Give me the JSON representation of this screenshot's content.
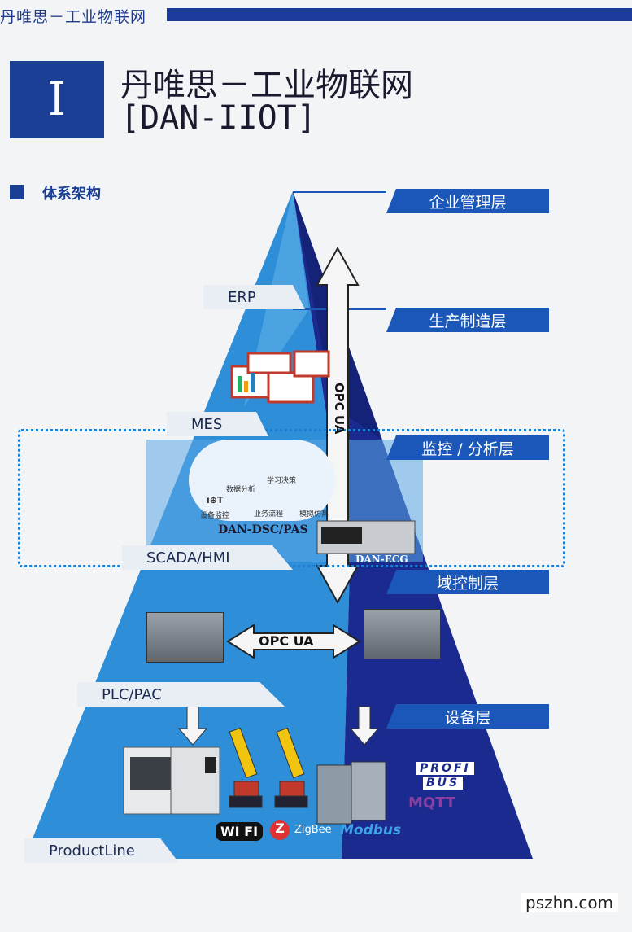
{
  "header": {
    "running_title": "丹唯思－工业物联网"
  },
  "chapter": {
    "number": "I",
    "title": "丹唯思－工业物联网",
    "subtitle": "[DAN-IIOT]"
  },
  "section": {
    "title": "体系架构"
  },
  "layers": [
    "企业管理层",
    "生产制造层",
    "监控 / 分析层",
    "域控制层",
    "设备层"
  ],
  "tiers": [
    "ERP",
    "MES",
    "SCADA/HMI",
    "PLC/PAC",
    "ProductLine"
  ],
  "protocol_arrow": "OPC UA",
  "cloud": {
    "items": [
      "数据分析",
      "学习决策",
      "设备监控",
      "业务流程",
      "模拟仿真"
    ],
    "iot": "i⊕T"
  },
  "products": {
    "dsc": "DAN-DSC/PAS",
    "ecg": "DAN-ECG"
  },
  "protocols": {
    "wifi": "WI FI",
    "zigbee": "ZigBee",
    "modbus": "Modbus",
    "profibus_1": "PROFI",
    "profibus_2": "BUS",
    "mqtt": "MQTT"
  },
  "watermark": "pszhn.com",
  "colors": {
    "dark_blue": "#1b3f95",
    "navy": "#1a2a8e",
    "light_blue": "#2f8ed8"
  }
}
